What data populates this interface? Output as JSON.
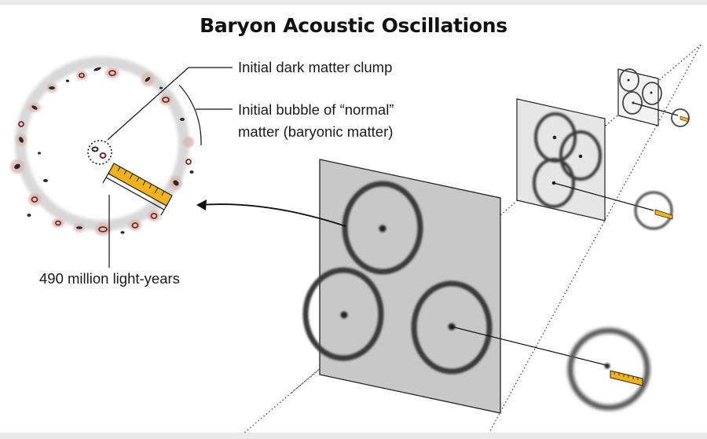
{
  "title": "Baryon Acoustic Oscillations",
  "labels": {
    "dark_matter": "Initial dark matter clump",
    "bubble_line1": "Initial bubble of “normal”",
    "bubble_line2": "matter (baryonic matter)",
    "distance": "490 million light-years"
  },
  "colors": {
    "ruler": "#f2b21b",
    "panel_large": "#c8c8c8",
    "panel_mid": "#e6e6e6",
    "panel_small": "#f3f3f3",
    "galaxy_halo": "#d9b3ad",
    "galaxy_core": "#7a2a22"
  }
}
